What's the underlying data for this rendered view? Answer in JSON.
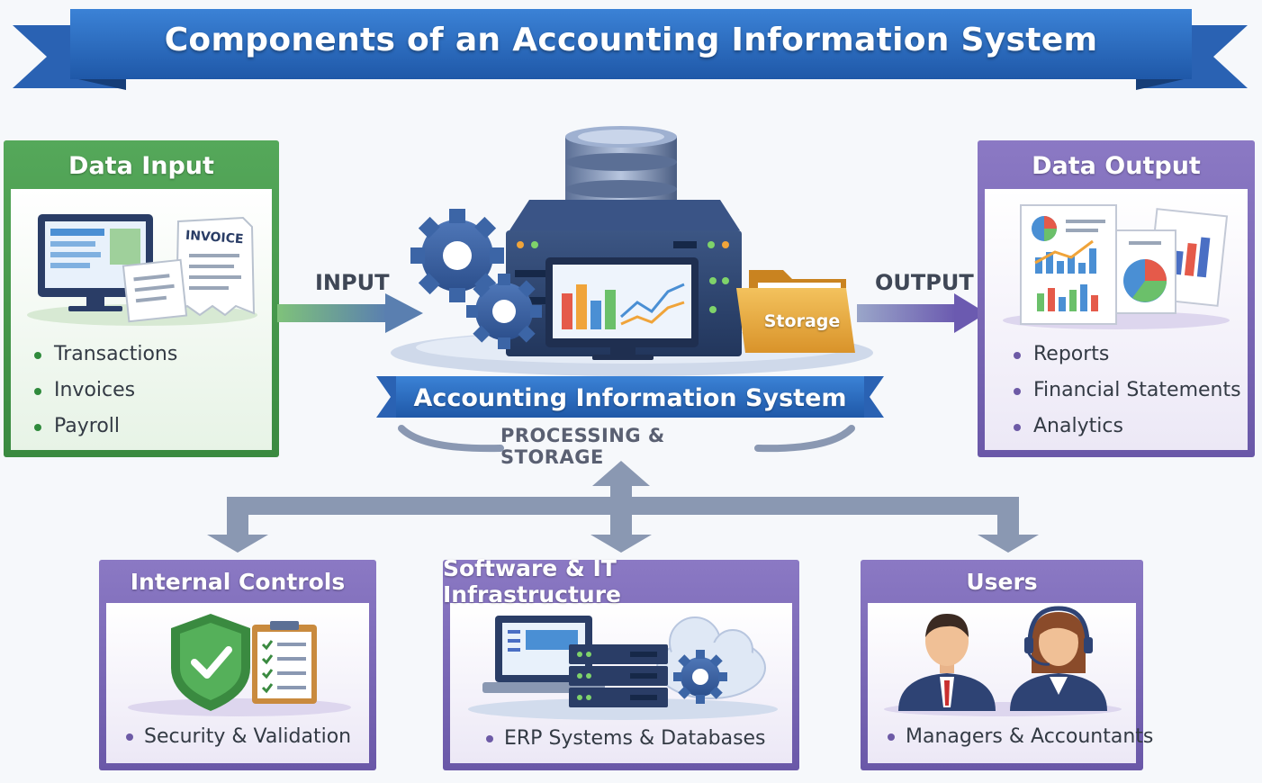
{
  "title": "Components of an Accounting Information System",
  "data_input": {
    "heading": "Data Input",
    "items": [
      "Transactions",
      "Invoices",
      "Payroll"
    ],
    "invoice_label": "INVOICE"
  },
  "data_output": {
    "heading": "Data Output",
    "items": [
      "Reports",
      "Financial Statements",
      "Analytics"
    ]
  },
  "flow": {
    "input_label": "INPUT",
    "output_label": "OUTPUT"
  },
  "center": {
    "system_label": "Accounting Information System",
    "processing_label": "PROCESSING & STORAGE",
    "storage_label": "Storage"
  },
  "internal_controls": {
    "heading": "Internal Controls",
    "item": "Security & Validation"
  },
  "software": {
    "heading": "Software & IT Infrastructure",
    "item": "ERP Systems & Databases"
  },
  "users": {
    "heading": "Users",
    "item": "Managers & Accountants"
  },
  "colors": {
    "title_blue": "#2f6ec1",
    "input_green": "#4a9a4e",
    "output_purple": "#7b68b5",
    "arrow_gray": "#8a98b2"
  },
  "icons": [
    "computer-icon",
    "invoice-icon",
    "gear-icon",
    "database-icon",
    "server-icon",
    "folder-icon",
    "report-icon",
    "pie-chart-icon",
    "shield-icon",
    "checklist-icon",
    "laptop-icon",
    "cloud-icon",
    "manager-icon",
    "accountant-icon"
  ]
}
